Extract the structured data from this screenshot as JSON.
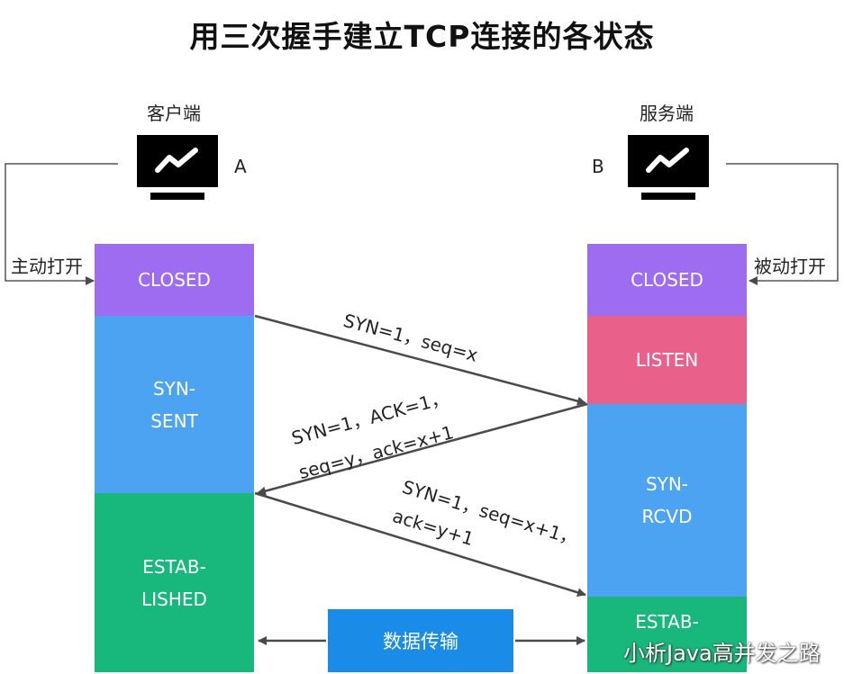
{
  "title": "用三次握手建立TCP连接的各状态",
  "client": {
    "name": "客户端",
    "letter": "A",
    "open_label": "主动打开",
    "states": [
      "CLOSED",
      "SYN-\nSENT",
      "ESTAB-\nLISHED"
    ]
  },
  "server": {
    "name": "服务端",
    "letter": "B",
    "open_label": "被动打开",
    "states": [
      "CLOSED",
      "LISTEN",
      "SYN-\nRCVD",
      "ESTAB-"
    ]
  },
  "messages": {
    "syn": "SYN=1，seq=x",
    "synack_line1": "SYN=1，ACK=1，",
    "synack_line2": "seq=y，ack=x+1",
    "ack_line1": "SYN=1，seq=x+1，",
    "ack_line2": "ack=y+1"
  },
  "data_transfer": "数据传输",
  "watermark": "小析Java高并发之路",
  "colors": {
    "closed": "#9d6cf0",
    "listen": "#e9608b",
    "syn": "#4ba3f2",
    "established": "#18b77b",
    "data": "#1a8ce8"
  },
  "icons": {
    "client": "monitor-icon",
    "server": "monitor-icon"
  }
}
